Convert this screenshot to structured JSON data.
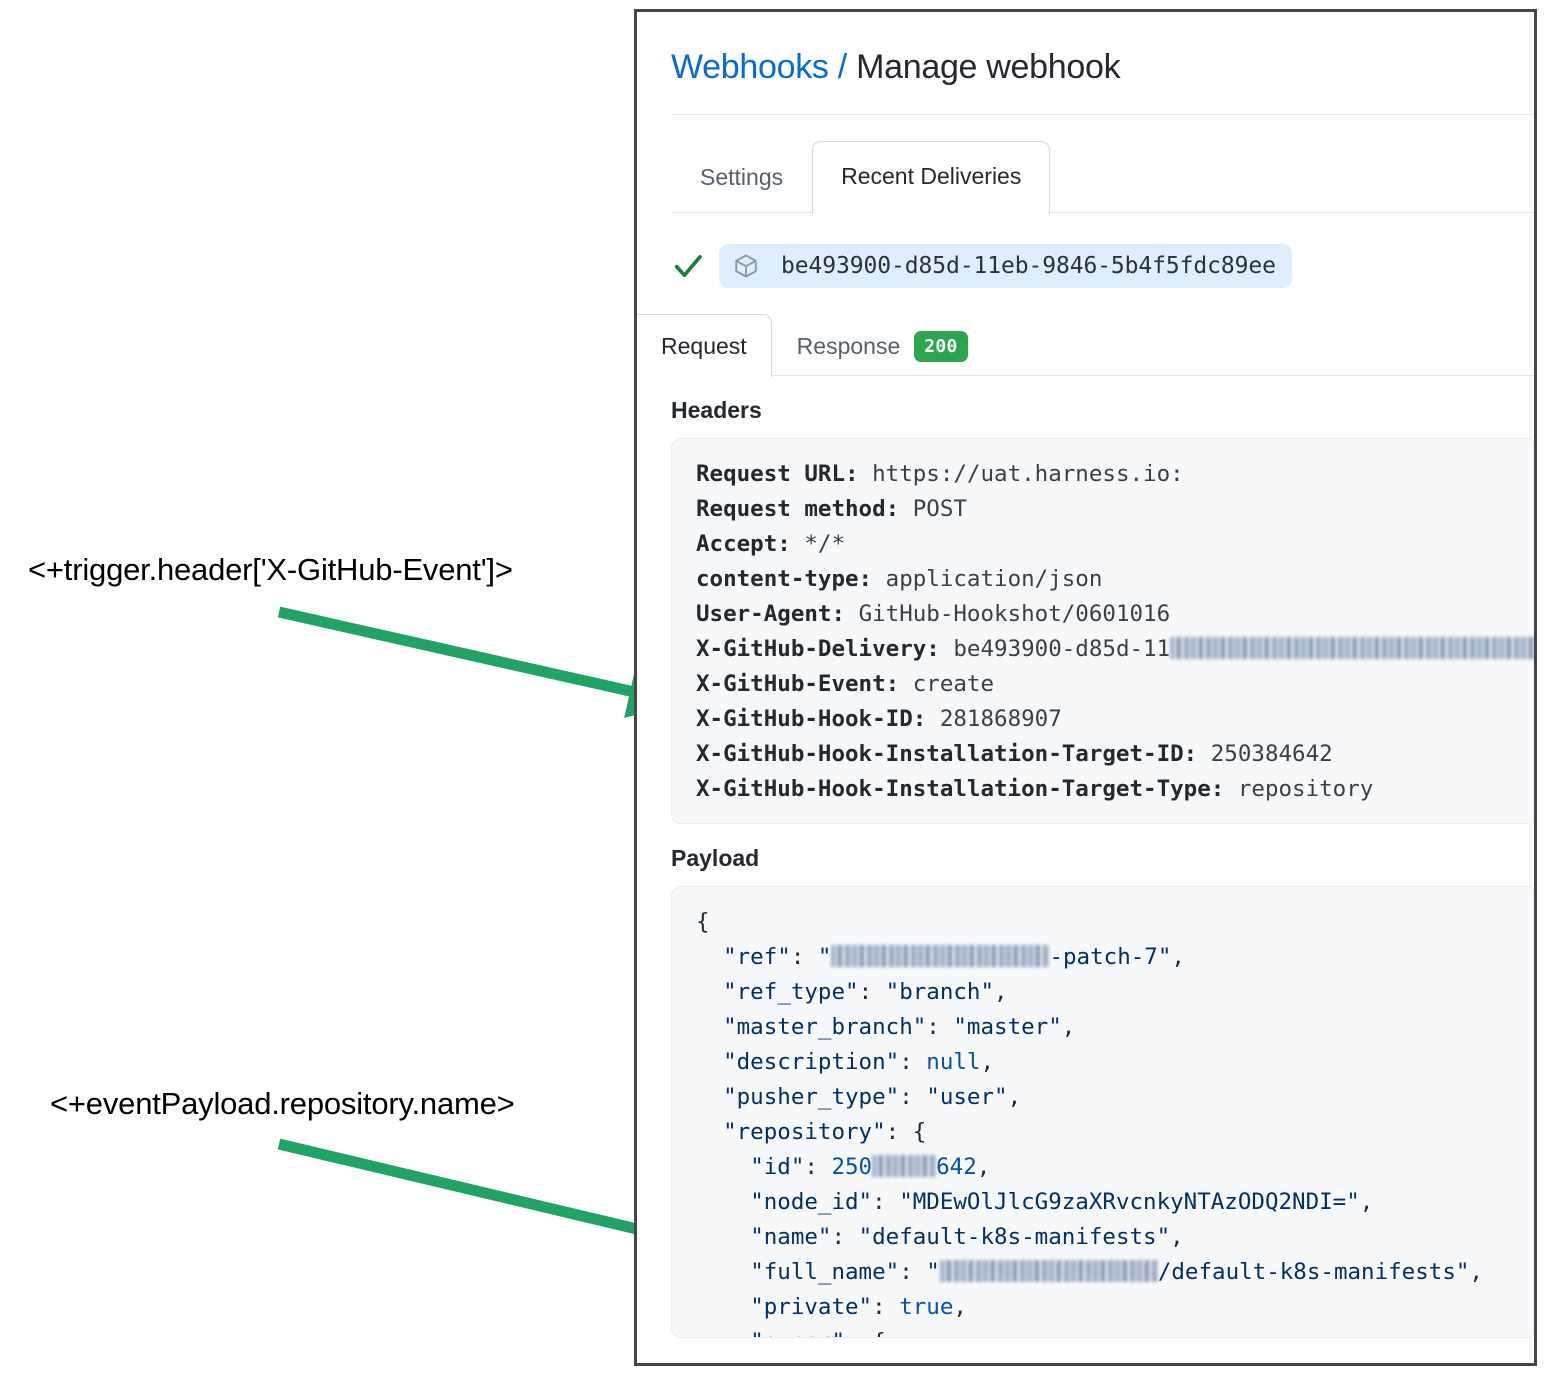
{
  "annotations": [
    {
      "id": "trigger",
      "text": "<+trigger.header['X-GitHub-Event']>"
    },
    {
      "id": "payload",
      "text": "<+eventPayload.repository.name>"
    }
  ],
  "arrow_color": "#21a366",
  "card": {
    "title": {
      "link": "Webhooks",
      "separator": "/",
      "current": "Manage webhook"
    },
    "tabs": [
      {
        "label": "Settings",
        "selected": false
      },
      {
        "label": "Recent Deliveries",
        "selected": true
      }
    ],
    "delivery": {
      "status_icon": "check-icon",
      "package_icon": "cube-icon",
      "guid": "be493900-d85d-11eb-9846-5b4f5fdc89ee"
    },
    "subtabs": [
      {
        "label": "Request",
        "selected": true
      },
      {
        "label": "Response",
        "selected": false,
        "badge": "200",
        "badge_color": "#2da44e"
      }
    ],
    "headers_label": "Headers",
    "headers": [
      {
        "key": "Request URL:",
        "value": "https://uat.harness.io:"
      },
      {
        "key": "Request method:",
        "value": "POST"
      },
      {
        "key": "Accept:",
        "value": "*/*"
      },
      {
        "key": "content-type:",
        "value": "application/json"
      },
      {
        "key": "User-Agent:",
        "value": "GitHub-Hookshot/0601016"
      },
      {
        "key": "X-GitHub-Delivery:",
        "value": "be493900-d85d-11",
        "redacted": true
      },
      {
        "key": "X-GitHub-Event:",
        "value": "create"
      },
      {
        "key": "X-GitHub-Hook-ID:",
        "value": "281868907"
      },
      {
        "key": "X-GitHub-Hook-Installation-Target-ID:",
        "value": "250384642"
      },
      {
        "key": "X-GitHub-Hook-Installation-Target-Type:",
        "value": "repository"
      }
    ],
    "payload_label": "Payload",
    "payload_lines": [
      {
        "indent": 0,
        "text": "{"
      },
      {
        "indent": 1,
        "key": "\"ref\"",
        "value": "-patch-7\"",
        "prefix": "\"",
        "redacted": true,
        "trailing": ","
      },
      {
        "indent": 1,
        "key": "\"ref_type\"",
        "value": "\"branch\"",
        "type": "str",
        "trailing": ","
      },
      {
        "indent": 1,
        "key": "\"master_branch\"",
        "value": "\"master\"",
        "type": "str",
        "trailing": ","
      },
      {
        "indent": 1,
        "key": "\"description\"",
        "value": "null",
        "type": "lit",
        "trailing": ","
      },
      {
        "indent": 1,
        "key": "\"pusher_type\"",
        "value": "\"user\"",
        "type": "str",
        "trailing": ","
      },
      {
        "indent": 1,
        "key": "\"repository\"",
        "value": "{",
        "type": "punc"
      },
      {
        "indent": 2,
        "key": "\"id\"",
        "value": "250",
        "suffix": "642",
        "type": "lit",
        "redacted": true,
        "trailing": ","
      },
      {
        "indent": 2,
        "key": "\"node_id\"",
        "value": "\"MDEwOlJlcG9zaXRvcnkyNTAzODQ2NDI=\"",
        "type": "str",
        "trailing": ","
      },
      {
        "indent": 2,
        "key": "\"name\"",
        "value": "\"default-k8s-manifests\"",
        "type": "str",
        "trailing": ","
      },
      {
        "indent": 2,
        "key": "\"full_name\"",
        "value": "/default-k8s-manifests\"",
        "prefix": "\"",
        "redacted": true,
        "trailing": ","
      },
      {
        "indent": 2,
        "key": "\"private\"",
        "value": "true",
        "type": "lit",
        "trailing": ","
      },
      {
        "indent": 2,
        "key": "\"owner\"",
        "value": "{",
        "type": "punc"
      }
    ]
  }
}
